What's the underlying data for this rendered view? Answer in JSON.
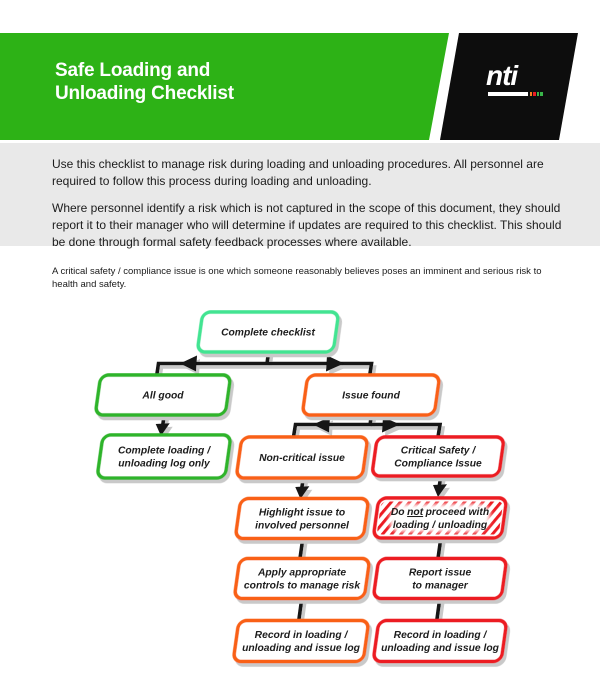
{
  "header": {
    "title_line1": "Safe Loading and",
    "title_line2": "Unloading Checklist",
    "logo_text": "nti"
  },
  "colors": {
    "banner_green": "#2DB216",
    "banner_black": "#0D0D0D",
    "mint": "#42E492",
    "green": "#2EB42A",
    "orange": "#F96018",
    "red": "#EC1B23",
    "line": "#121212",
    "shadow": "#C9C9C9",
    "intro_bg": "#E9E9E9",
    "logo_orange": "#F58220",
    "logo_red": "#EC1B23",
    "logo_green": "#39B54A"
  },
  "intro": {
    "p1": "Use this checklist to manage risk during loading and unloading procedures. All personnel are required to follow this process during loading and unloading.",
    "p2": "Where personnel identify a risk which is not captured in the scope of this document, they should report it to their manager who will determine if updates are required to this checklist. This should be done through formal safety feedback processes where available."
  },
  "note": "A critical safety / compliance issue is one which someone reasonably believes poses an imminent and serious risk to health and safety.",
  "flowchart": {
    "nodes": {
      "complete_checklist": {
        "line1": "Complete checklist"
      },
      "all_good": {
        "line1": "All good"
      },
      "issue_found": {
        "line1": "Issue found"
      },
      "complete_loading": {
        "line1": "Complete loading /",
        "line2": "unloading log only"
      },
      "non_critical": {
        "line1": "Non-critical issue"
      },
      "critical_safety": {
        "line1": "Critical Safety /",
        "line2": "Compliance Issue"
      },
      "do_not_proceed": {
        "w1": "Do",
        "w2": "not",
        "w3": "proceed with",
        "line2": "loading / unloading"
      },
      "highlight_issue": {
        "line1": "Highlight issue to",
        "line2": "involved personnel"
      },
      "apply_controls": {
        "line1": "Apply appropriate",
        "line2": "controls to manage risk"
      },
      "report_issue": {
        "line1": "Report issue",
        "line2": "to manager"
      },
      "record_orange": {
        "line1": "Record in loading /",
        "line2": "unloading and issue log"
      },
      "record_red": {
        "line1": "Record in loading /",
        "line2": "unloading and issue log"
      }
    }
  }
}
